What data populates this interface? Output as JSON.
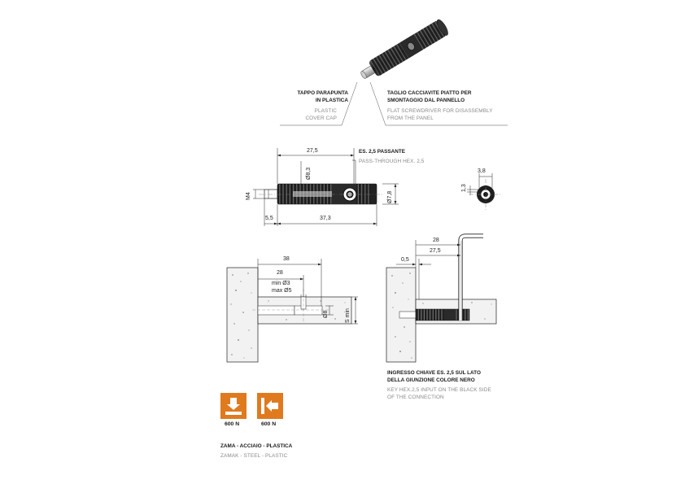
{
  "callouts": {
    "cover_cap": {
      "it_line1": "TAPPO PARAPUNTA",
      "it_line2": "IN PLASTICA",
      "en_line1": "PLASTIC",
      "en_line2": "COVER CAP"
    },
    "screwdriver_slot": {
      "it_line1": "TAGLIO CACCIAVITE PIATTO PER",
      "it_line2": "SMONTAGGIO DAL PANNELLO",
      "en_line1": "FLAT SCREWDRIVER FOR DISASSEMBLY",
      "en_line2": "FROM THE PANEL"
    },
    "hex_through": {
      "it": "ES. 2,5 PASSANTE",
      "en": "PASS-THROUGH HEX. 2,5"
    },
    "key_input": {
      "it_line1": "INGRESSO CHIAVE ES. 2,5 SUL LATO",
      "it_line2": "DELLA GIUNZIONE COLORE NERO",
      "en_line1": "KEY HEX.2,5 INPUT ON THE BLACK SIDE",
      "en_line2": "OF THE CONNECTION"
    }
  },
  "dimensions": {
    "side_view": {
      "length_top": "27,5",
      "dia_8_3": "Ø8,3",
      "m4": "M4",
      "dia_7_8": "Ø7,8",
      "left_5_5": "5,5",
      "total_37_3": "37,3"
    },
    "end_view": {
      "width_3_8": "3,8",
      "height_1_3": "1,3"
    },
    "install_left": {
      "d38": "38",
      "d28": "28",
      "min": "min Ø3",
      "max": "max Ø5",
      "dia8": "Ø8",
      "smin": "S min"
    },
    "install_right": {
      "d28": "28",
      "d27_5": "27,5",
      "d0_5": "0,5"
    }
  },
  "loads": {
    "vertical": {
      "icon": "arrow-down-into-panel-icon",
      "label": "600 N"
    },
    "horizontal": {
      "icon": "arrow-left-into-panel-icon",
      "label": "600 N"
    }
  },
  "materials": {
    "it": "ZAMA - ACCIAIO - PLASTICA",
    "en": "ZAMAK - STEEL - PLASTIC"
  },
  "colors": {
    "accent": "#e07a1f",
    "drawing": "#222222",
    "english_text": "#8a8a8a",
    "concrete": "#f2f2f2"
  }
}
